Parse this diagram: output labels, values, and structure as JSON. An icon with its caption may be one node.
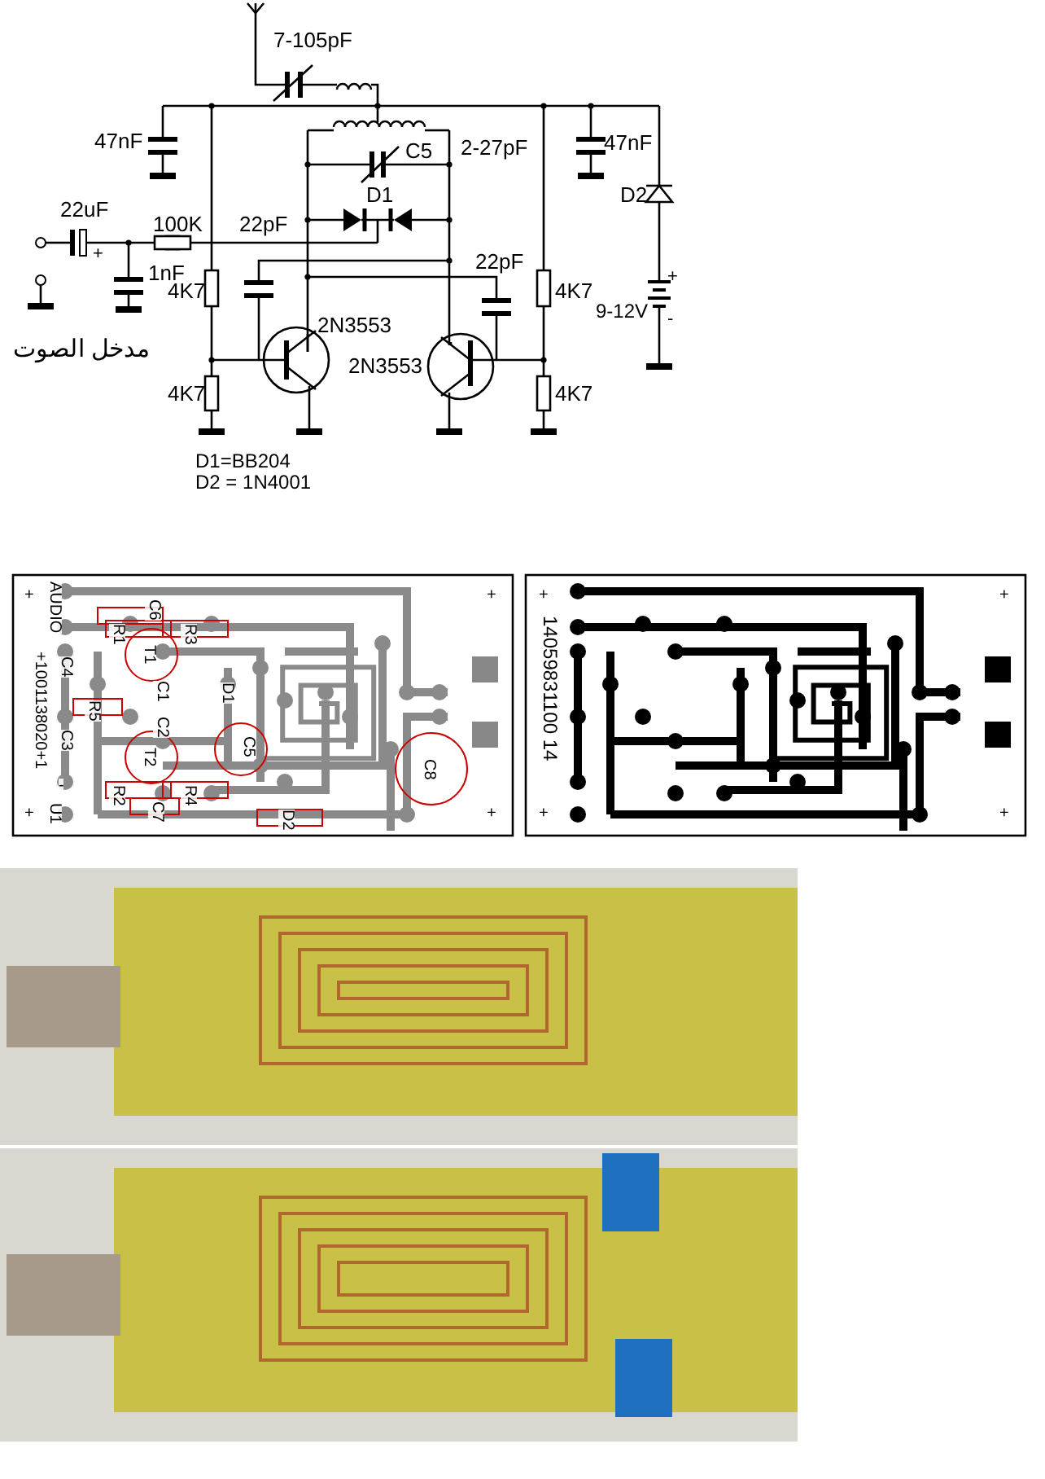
{
  "diagram": {
    "labels": [
      "7-105pF",
      "47nF",
      "C5",
      "2-27pF",
      "47nF",
      "D1",
      "D2",
      "22uF",
      "100K",
      "22pF",
      "+",
      "1nF",
      "22pF",
      "4K7",
      "4K7",
      "+",
      "9-12V",
      "-",
      "2N3553",
      "مدخل الصوت",
      "2N3553",
      "4K7",
      "4K7",
      "D1=BB204",
      "D2 = 1N4001",
      "+",
      "AUDIO",
      "+1001138020+1",
      "C6",
      "R1",
      "R3",
      "+",
      "C4",
      "T1",
      "C1",
      "D1",
      "R5",
      "C2",
      "C3",
      "C5",
      "T2",
      "C8",
      "-",
      "R2",
      "R4",
      "U1",
      "C7",
      "D2",
      "+",
      "+",
      "+",
      "14059831100 14",
      "+",
      "+",
      "+"
    ]
  }
}
